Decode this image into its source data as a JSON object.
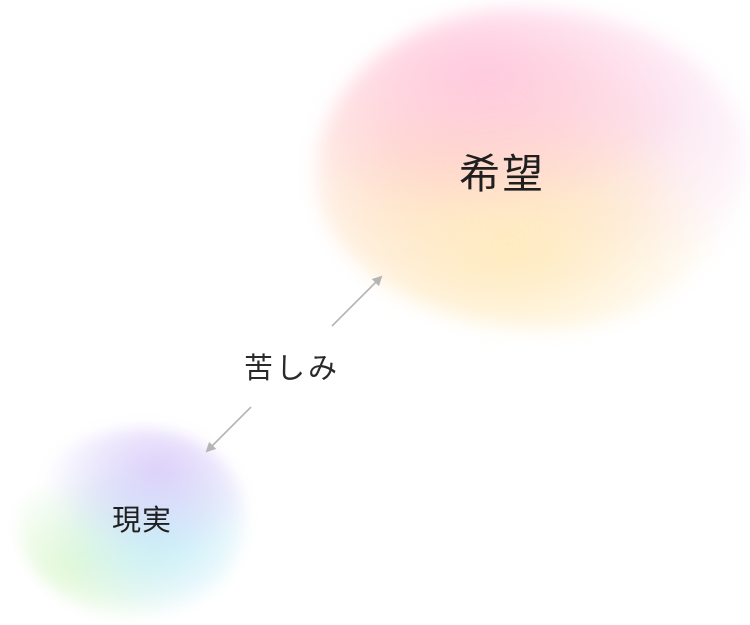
{
  "nodes": {
    "hope": {
      "label": "希望"
    },
    "reality": {
      "label": "現実"
    }
  },
  "connector": {
    "label": "苦しみ",
    "direction": "bidirectional",
    "color": "#b5b5b5"
  },
  "colors": {
    "hope_blob": [
      "#ffc4de",
      "#ffd7c3",
      "#ffecbe"
    ],
    "reality_blob": [
      "#dccdfa",
      "#c8f0f8",
      "#def8d2"
    ],
    "text": "#1f1f1f"
  }
}
